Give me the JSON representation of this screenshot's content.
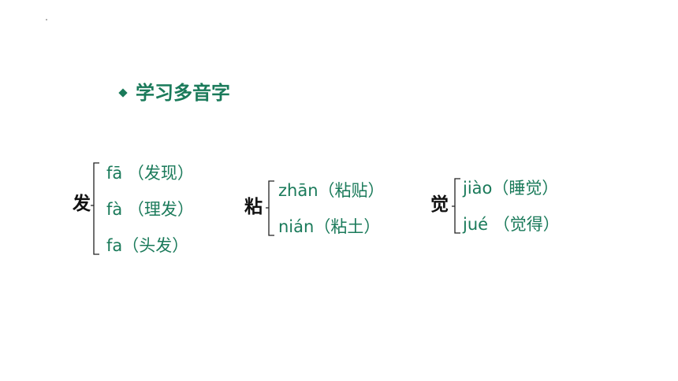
{
  "heading": {
    "title": "学习多音字",
    "bullet_icon": "diamond-icon",
    "accent_color": "#1a7a5a"
  },
  "groups": [
    {
      "character": "发",
      "readings": [
        "fā （发现）",
        "fà （理发）",
        "fa（头发）"
      ]
    },
    {
      "character": "粘",
      "readings": [
        "zhān（粘贴）",
        "nián（粘土）"
      ]
    },
    {
      "character": "觉",
      "readings": [
        "jiào（睡觉）",
        "jué （觉得）"
      ]
    }
  ]
}
